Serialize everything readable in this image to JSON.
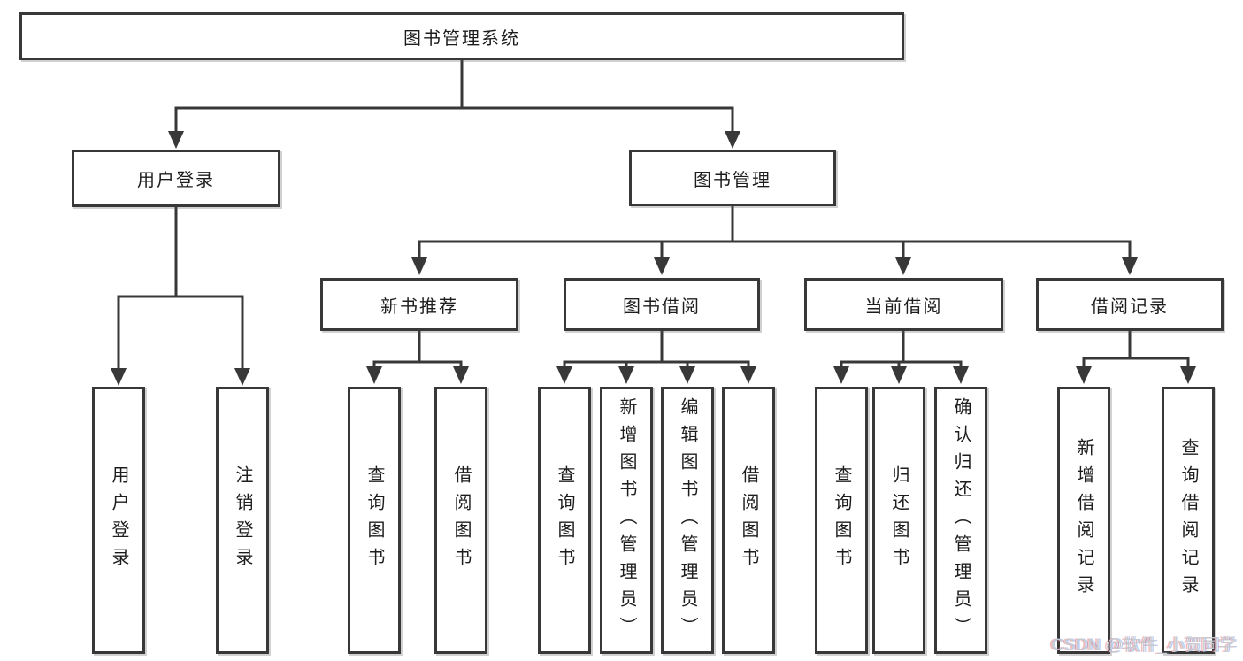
{
  "diagram": {
    "type": "hierarchy-tree",
    "title": "图书管理系统",
    "nodes": {
      "root": {
        "label": "图书管理系统"
      },
      "level2": [
        {
          "label": "用户登录",
          "parent": "图书管理系统"
        },
        {
          "label": "图书管理",
          "parent": "图书管理系统"
        }
      ],
      "level3": [
        {
          "label": "新书推荐",
          "parent": "图书管理"
        },
        {
          "label": "图书借阅",
          "parent": "图书管理"
        },
        {
          "label": "当前借阅",
          "parent": "图书管理"
        },
        {
          "label": "借阅记录",
          "parent": "图书管理"
        }
      ],
      "leaves": [
        {
          "label": "用户登录",
          "parent": "用户登录"
        },
        {
          "label": "注销登录",
          "parent": "用户登录"
        },
        {
          "label": "查询图书",
          "parent": "新书推荐"
        },
        {
          "label": "借阅图书",
          "parent": "新书推荐"
        },
        {
          "label": "查询图书",
          "parent": "图书借阅"
        },
        {
          "label": "新增图书（管理员）",
          "parent": "图书借阅"
        },
        {
          "label": "编辑图书（管理员）",
          "parent": "图书借阅"
        },
        {
          "label": "借阅图书",
          "parent": "图书借阅"
        },
        {
          "label": "查询图书",
          "parent": "当前借阅"
        },
        {
          "label": "归还图书",
          "parent": "当前借阅"
        },
        {
          "label": "确认归还（管理员）",
          "parent": "当前借阅"
        },
        {
          "label": "新增借阅记录",
          "parent": "借阅记录"
        },
        {
          "label": "查询借阅记录",
          "parent": "借阅记录"
        }
      ]
    },
    "colors": {
      "line": "#383838",
      "box_border": "#383838",
      "box_background": "#ffffff",
      "text": "#1d1d1d",
      "watermark_text": "#c7c9d1"
    }
  },
  "watermark": {
    "text": "CSDN @软件_小贺同学"
  }
}
